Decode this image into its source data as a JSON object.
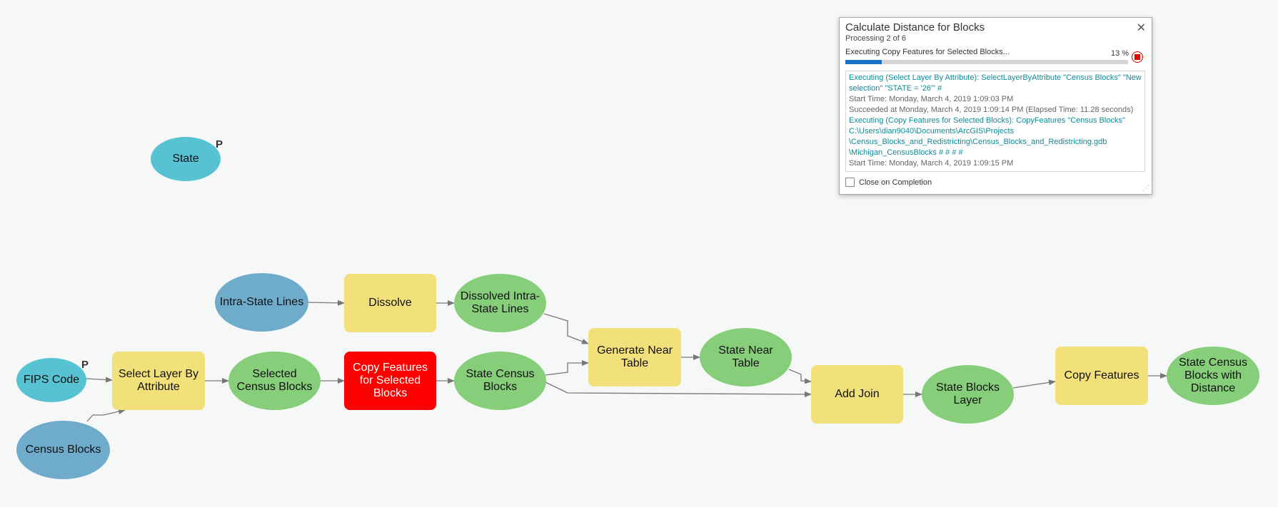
{
  "nodes": {
    "state": "State",
    "fips_code": "FIPS Code",
    "census_blocks": "Census Blocks",
    "intra_state_lines": "Intra-State Lines",
    "dissolve": "Dissolve",
    "dissolved_intra_state_lines": "Dissolved Intra-State Lines",
    "select_layer_by_attribute": "Select Layer By Attribute",
    "selected_census_blocks": "Selected Census Blocks",
    "copy_features_selected_blocks": "Copy Features for Selected Blocks",
    "state_census_blocks": "State Census Blocks",
    "generate_near_table": "Generate Near Table",
    "state_near_table": "State Near Table",
    "add_join": "Add Join",
    "state_blocks_layer": "State Blocks Layer",
    "copy_features": "Copy Features",
    "state_census_blocks_with_distance": "State Census Blocks with Distance"
  },
  "parameter_marker": "P",
  "colors": {
    "variable_light": "#57c2d1",
    "variable_blue": "#6faccc",
    "tool": "#f2e07a",
    "tool_running": "#ff0000",
    "output": "#86ce7a",
    "connector": "#777777"
  },
  "dialog": {
    "title": "Calculate Distance for Blocks",
    "close_icon": "close-icon",
    "processing": "Processing 2 of 6",
    "current_step": "Executing Copy Features for Selected Blocks...",
    "percent_label": "13 %",
    "progress": 0.13,
    "stop_icon": "stop-icon",
    "log": [
      {
        "type": "exec",
        "text": "Executing (Select Layer By Attribute): SelectLayerByAttribute \"Census Blocks\" \"New selection\" \"STATE = '26'\" #"
      },
      {
        "type": "info",
        "text": "Start Time: Monday, March 4, 2019 1:09:03 PM"
      },
      {
        "type": "info",
        "text": "Succeeded at Monday, March 4, 2019 1:09:14 PM (Elapsed Time: 11.28 seconds)"
      },
      {
        "type": "exec",
        "text": "Executing (Copy Features for Selected Blocks): CopyFeatures \"Census Blocks\" C:\\Users\\dian9040\\Documents\\ArcGIS\\Projects \\Census_Blocks_and_Redistricting\\Census_Blocks_and_Redistricting.gdb \\Michigan_CensusBlocks # # # #"
      },
      {
        "type": "info",
        "text": "Start Time: Monday, March 4, 2019 1:09:15 PM"
      }
    ],
    "close_on_completion": "Close on Completion",
    "close_on_completion_checked": false
  }
}
